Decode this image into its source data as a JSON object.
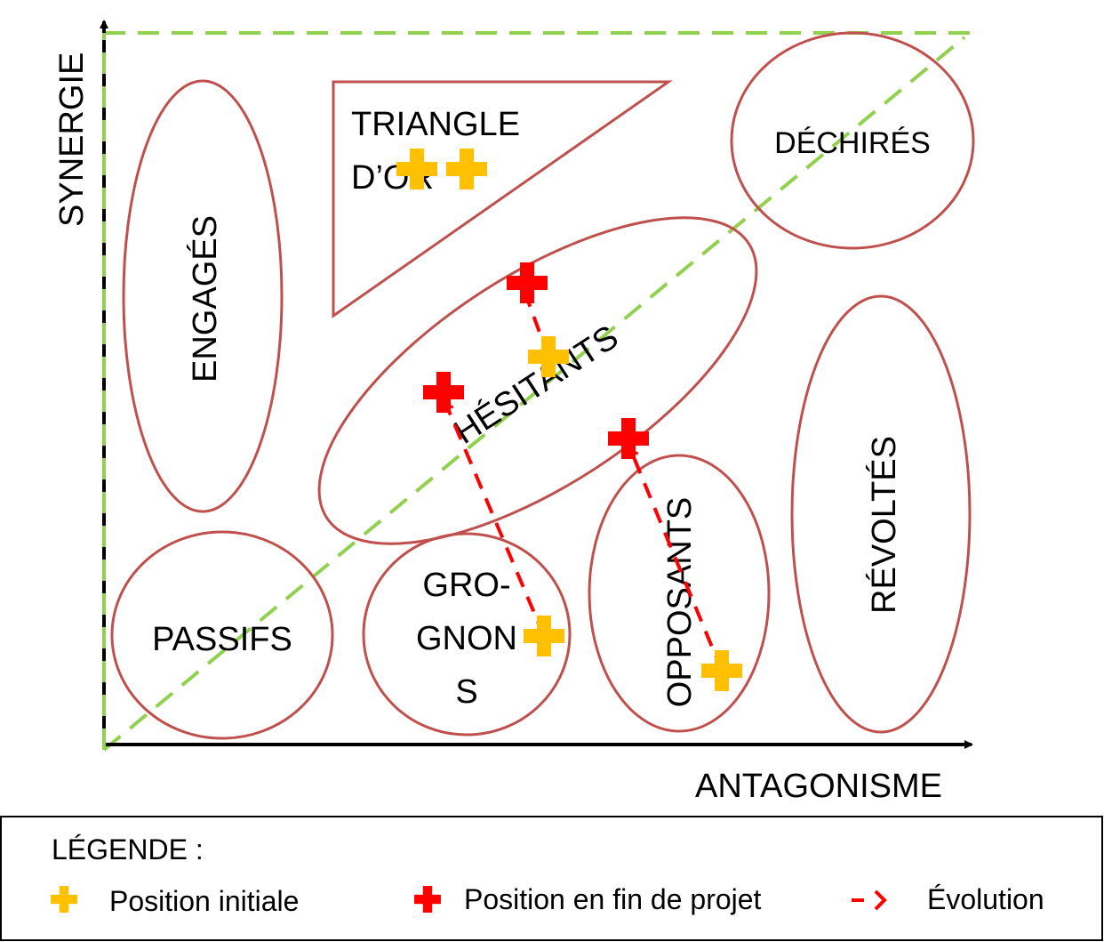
{
  "axes": {
    "y_label": "SYNERGIE",
    "x_label": "ANTAGONISME"
  },
  "zones": [
    {
      "id": "engages",
      "label": "ENGAGÉS"
    },
    {
      "id": "triangle",
      "label_line1": "TRIANGLE",
      "label_line2": "D’OR"
    },
    {
      "id": "dechires",
      "label": "DÉCHIRÉS"
    },
    {
      "id": "hesitants",
      "label": "HÉSITANTS"
    },
    {
      "id": "revoltes",
      "label": "RÉVOLTÉS"
    },
    {
      "id": "passifs",
      "label": "PASSIFS"
    },
    {
      "id": "grognons",
      "label_line1": "GRO-",
      "label_line2": "GNON",
      "label_line3": "S"
    },
    {
      "id": "opposants",
      "label": "OPPOSANTS"
    }
  ],
  "legend": {
    "title": "LÉGENDE :",
    "initial": "Position initiale",
    "final": "Position en fin de projet",
    "evolution": "Évolution"
  },
  "colors": {
    "zone_stroke": "#c0504d",
    "initial": "#ffc000",
    "final": "#ff0000",
    "guide": "#92d050",
    "evolution": "#ff0000"
  }
}
